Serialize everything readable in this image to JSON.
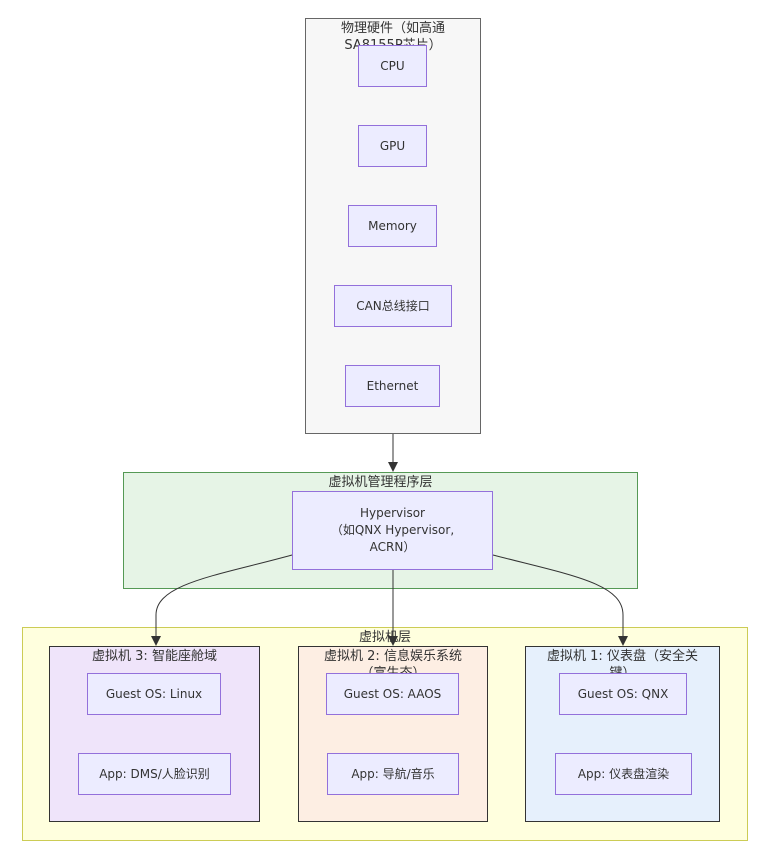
{
  "colors": {
    "node_fill": "#ECECFF",
    "node_border": "#9370DB",
    "edge": "#333333",
    "hardware_fill": "#F7F7F7",
    "hypervisor_fill": "#E6F4E6",
    "hypervisor_border": "#559955",
    "vm_layer_fill": "#FFFFDE",
    "vm_layer_border": "#CCCC55",
    "vm3_fill": "#EFE4FA",
    "vm2_fill": "#FDEEE3",
    "vm1_fill": "#E6F0FC"
  },
  "hardware": {
    "title": "物理硬件（如高通SA8155P芯片）",
    "nodes": {
      "cpu": "CPU",
      "gpu": "GPU",
      "memory": "Memory",
      "can": "CAN总线接口",
      "ethernet": "Ethernet"
    }
  },
  "hypervisor_layer": {
    "title": "虚拟机管理程序层",
    "node": "Hypervisor\n（如QNX Hypervisor,\nACRN）"
  },
  "vm_layer": {
    "title": "虚拟机层",
    "vm3": {
      "title": "虚拟机 3: 智能座舱域",
      "guest_os": "Guest OS: Linux",
      "app": "App: DMS/人脸识别"
    },
    "vm2": {
      "title": "虚拟机 2: 信息娱乐系统（富生态）",
      "guest_os": "Guest OS: AAOS",
      "app": "App: 导航/音乐"
    },
    "vm1": {
      "title": "虚拟机 1: 仪表盘（安全关键）",
      "guest_os": "Guest OS: QNX",
      "app": "App: 仪表盘渲染"
    }
  }
}
